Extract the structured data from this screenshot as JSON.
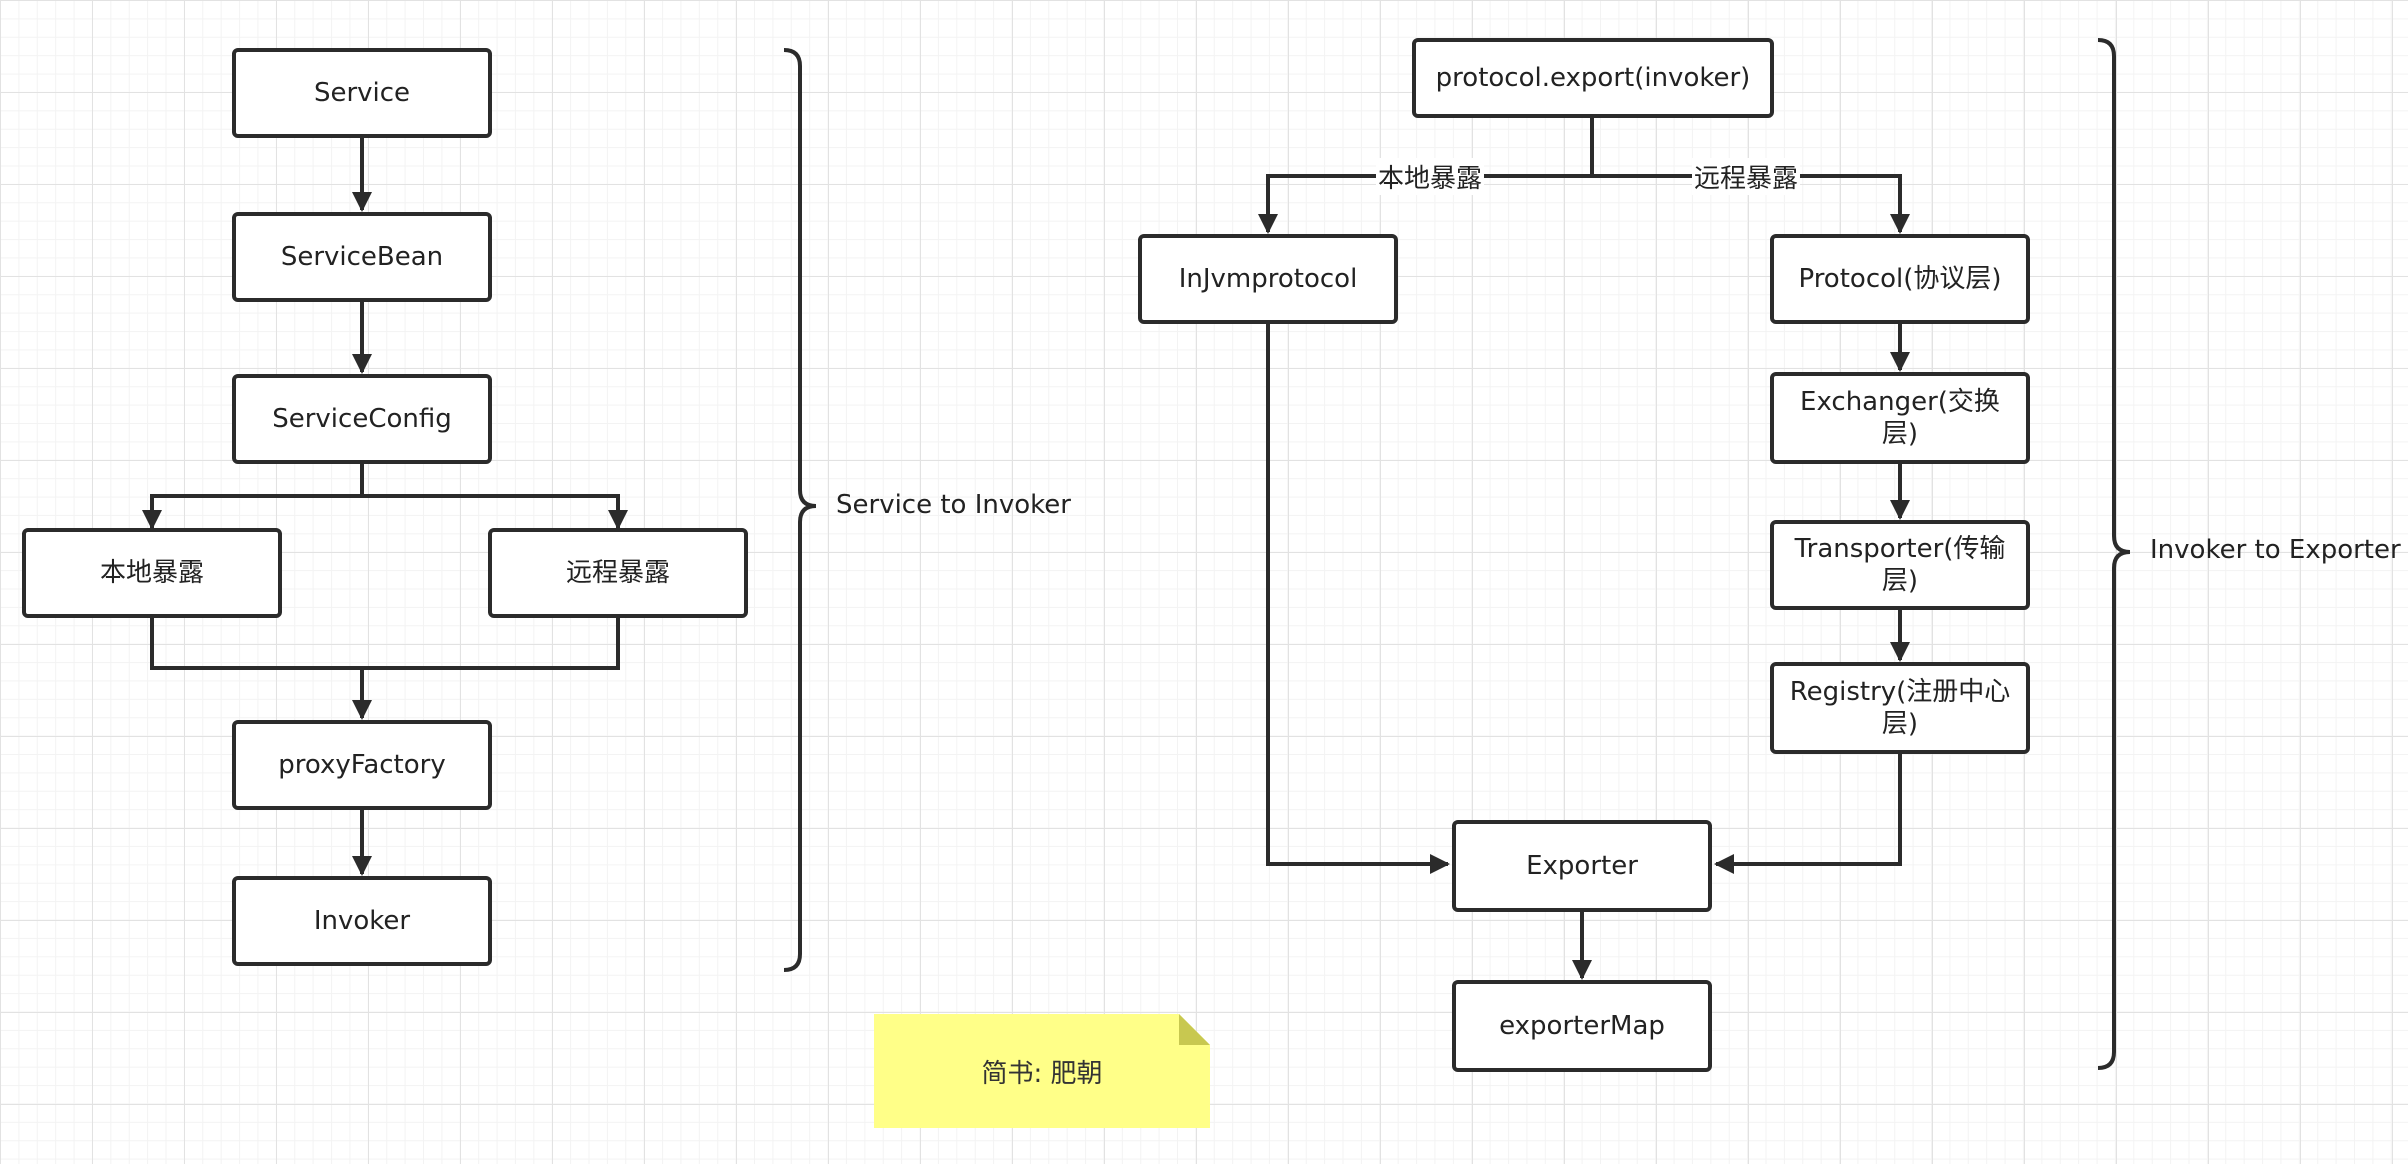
{
  "nodes": {
    "service": "Service",
    "service_bean": "ServiceBean",
    "service_config": "ServiceConfig",
    "local_export": "本地暴露",
    "remote_export": "远程暴露",
    "proxy_factory": "proxyFactory",
    "invoker": "Invoker",
    "protocol_export": "protocol.export(invoker)",
    "injvm_protocol": "InJvmprotocol",
    "protocol_layer": "Protocol(协议层)",
    "exchanger_layer": "Exchanger(交换层)",
    "transporter_layer": "Transporter(传输层)",
    "registry_layer": "Registry(注册中心层)",
    "exporter": "Exporter",
    "exporter_map": "exporterMap"
  },
  "edge_labels": {
    "local": "本地暴露",
    "remote": "远程暴露"
  },
  "brackets": {
    "left": "Service to Invoker",
    "right": "Invoker to Exporter"
  },
  "note": {
    "text": "简书: 肥朝"
  }
}
